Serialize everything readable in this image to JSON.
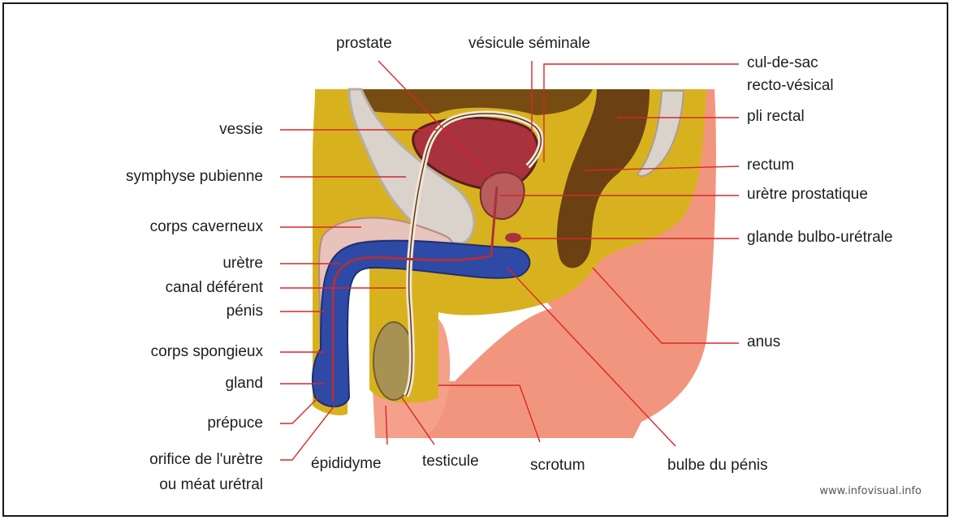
{
  "labels": {
    "prostate": "prostate",
    "vesicule_seminale": "vésicule séminale",
    "cul_de_sac_1": "cul-de-sac",
    "cul_de_sac_2": "recto-vésical",
    "pli_rectal": "pli rectal",
    "rectum": "rectum",
    "uretre_prostatique": "urètre prostatique",
    "glande_bulbo": "glande bulbo-urétrale",
    "anus": "anus",
    "bulbe_penis": "bulbe du pénis",
    "scrotum": "scrotum",
    "testicule": "testicule",
    "epididyme": "épididyme",
    "orifice_1": "orifice de l'urètre",
    "orifice_2": "ou méat urétral",
    "prepuce": "prépuce",
    "gland": "gland",
    "corps_spongieux": "corps spongieux",
    "penis": "pénis",
    "canal_deferent": "canal déférent",
    "uretre": "urètre",
    "corps_caverneux": "corps caverneux",
    "symphyse": "symphyse pubienne",
    "vessie": "vessie"
  },
  "credit": "www.infovisual.info",
  "colors": {
    "leader": "#d62828",
    "skin": "#f2957e",
    "fat": "#d8b21e",
    "rectum": "#6b4012",
    "bladder": "#a8323e",
    "spongy": "#2f4aa6",
    "cavernous": "#e8c3bb",
    "bone": "#d9d3cc",
    "testis": "#a89253"
  }
}
